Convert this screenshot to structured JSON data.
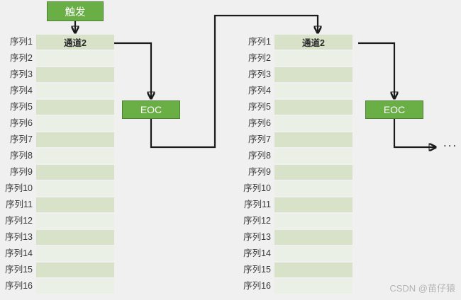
{
  "diagram": {
    "background_color": "#f0f0f0",
    "accent_green": "#6aae46",
    "accent_green_border": "#4f7f34",
    "row_dark": "#d7e2c8",
    "row_light": "#ebf0e7",
    "wire_color": "#1a1a1a"
  },
  "trigger": {
    "label": "触发"
  },
  "groups": [
    {
      "id": "left",
      "channel_label": "通道2",
      "eoc_label": "EOC",
      "rows": [
        "序列1",
        "序列2",
        "序列3",
        "序列4",
        "序列5",
        "序列6",
        "序列7",
        "序列8",
        "序列9",
        "序列10",
        "序列11",
        "序列12",
        "序列13",
        "序列14",
        "序列15",
        "序列16"
      ]
    },
    {
      "id": "right",
      "channel_label": "通道2",
      "eoc_label": "EOC",
      "rows": [
        "序列1",
        "序列2",
        "序列3",
        "序列4",
        "序列5",
        "序列6",
        "序列7",
        "序列8",
        "序列9",
        "序列10",
        "序列11",
        "序列12",
        "序列13",
        "序列14",
        "序列15",
        "序列16"
      ]
    }
  ],
  "continuation": {
    "ellipsis": "..."
  },
  "watermark": {
    "text": "CSDN @苗仔猿"
  }
}
